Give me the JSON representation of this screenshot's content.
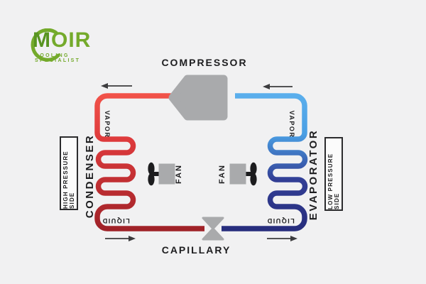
{
  "colors": {
    "bg": "#f1f1f2",
    "ink": "#1d1d1f",
    "gray": "#a9aaac",
    "blade": "#1c1c1e",
    "arrow": "#3c3c3e",
    "box_border": "#2b2b2d",
    "box_bg": "#fbfbfb",
    "brand_green": "#74aa2b",
    "brand_green_dark": "#589421",
    "hot_vapor": "#f3544a",
    "hot_mid": "#dd3a3c",
    "hot_liquid": "#9c2127",
    "cold_vapor": "#5cb0ed",
    "cold_mid": "#4a9fe4",
    "cold_deep": "#323e95",
    "cold_liquid": "#262c7b"
  },
  "logo": {
    "initial": "M",
    "rest": "OIR",
    "tagline": "COOLING SPECIALIST"
  },
  "labels": {
    "compressor": "COMPRESSOR",
    "capillary": "CAPILLARY",
    "condenser": "CONDENSER",
    "evaporator": "EVAPORATOR",
    "fan_left": "FAN",
    "fan_right": "FAN",
    "vapor_left": "VAPOR",
    "vapor_right": "VAPOR",
    "liquid_left": "LIQUID",
    "liquid_right": "LIQUID",
    "high_pressure_side": "HIGH PRESSURE SIDE",
    "low_pressure_side": "LOW PRESSURE SIDE"
  }
}
